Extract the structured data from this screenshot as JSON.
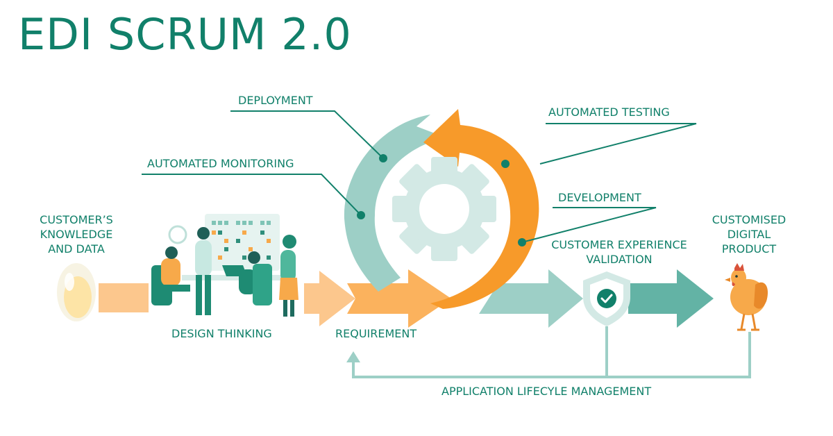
{
  "title": "EDI SCRUM 2.0",
  "colors": {
    "primary": "#11806a",
    "orange": "#f79a2a",
    "teal_light": "#9dcfc6",
    "teal_mid": "#63b3a5",
    "peach": "#fcc78d"
  },
  "icons": [
    "egg-icon",
    "team-meeting-illustration",
    "gear-icon",
    "shield-check-icon",
    "chicken-icon",
    "up-arrow-icon"
  ],
  "labels": {
    "input_line1": "CUSTOMER’S",
    "input_line2": "KNOWLEDGE",
    "input_line3": "AND DATA",
    "deployment": "DEPLOYMENT",
    "automated_testing": "AUTOMATED TESTING",
    "automated_monitoring": "AUTOMATED MONITORING",
    "development": "DEVELOPMENT",
    "cx_line1": "CUSTOMER EXPERIENCE",
    "cx_line2": "VALIDATION",
    "output_line1": "CUSTOMISED",
    "output_line2": "DIGITAL",
    "output_line3": "PRODUCT",
    "design_thinking": "DESIGN THINKING",
    "requirement": "REQUIREMENT",
    "alm": "APPLICATION LIFECYLE MANAGEMENT"
  }
}
